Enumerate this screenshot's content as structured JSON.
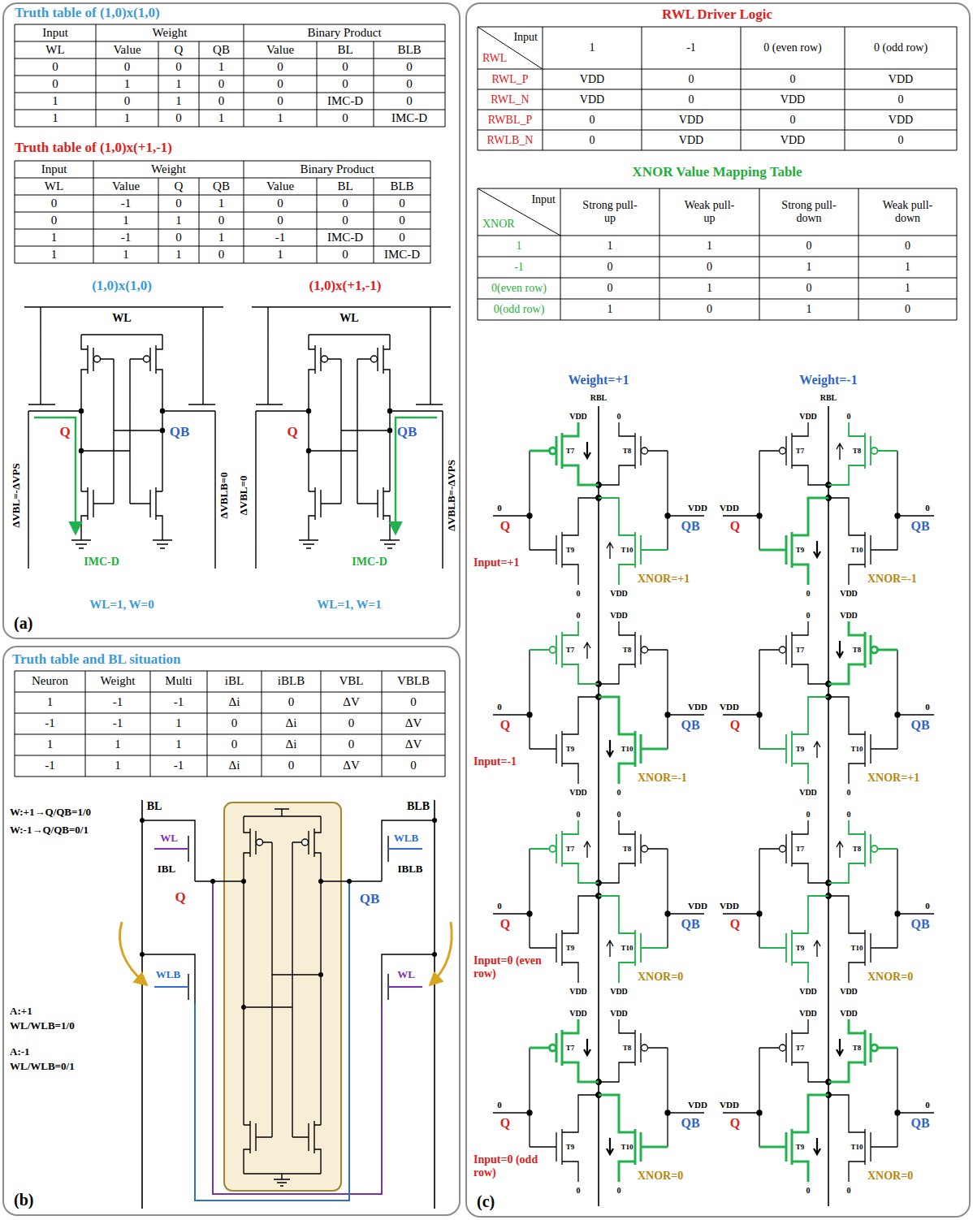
{
  "diagram": {
    "nodes": [
      {
        "text": [
          "(a)"
        ]
      },
      {
        "text": [
          "(b)"
        ]
      },
      {
        "text": [
          "(c)"
        ]
      }
    ],
    "labels": [
      "Truth table of (1,0)x(1,0)",
      "Input",
      "Weight",
      "Binary Product",
      "WL",
      "Value",
      "Q",
      "QB",
      "Value",
      "BL",
      "BLB",
      "0",
      "0",
      "0",
      "1",
      "0",
      "0",
      "0",
      "0",
      "1",
      "1",
      "0",
      "0",
      "0",
      "0",
      "1",
      "0",
      "1",
      "0",
      "0",
      "IMC-D",
      "0",
      "1",
      "1",
      "0",
      "1",
      "1",
      "0",
      "IMC-D",
      "Truth table of (1,0)x(+1,-1)",
      "Input",
      "Weight",
      "Binary Product",
      "WL",
      "Value",
      "Q",
      "QB",
      "Value",
      "BL",
      "BLB",
      "0",
      "-1",
      "0",
      "1",
      "0",
      "0",
      "0",
      "0",
      "1",
      "1",
      "0",
      "0",
      "0",
      "0",
      "1",
      "-1",
      "0",
      "1",
      "-1",
      "IMC-D",
      "0",
      "1",
      "1",
      "1",
      "0",
      "1",
      "0",
      "IMC-D",
      "(1,0)x(1,0)",
      "(1,0)x(+1,-1)",
      "WL",
      "Q",
      "QB",
      "ΔVBL=-ΔVPS",
      "ΔVBLB=0",
      "IMC-D",
      "WL=1, W=0",
      "WL",
      "Q",
      "QB",
      "ΔVBL=0",
      "ΔVBLB=-ΔVPS",
      "IMC-D",
      "WL=1, W=1",
      "Truth table and BL situation",
      "Neuron",
      "Weight",
      "Multi",
      "iBL",
      "iBLB",
      "VBL",
      "VBLB",
      "1",
      "-1",
      "-1",
      "Δi",
      "0",
      "ΔV",
      "0",
      "-1",
      "-1",
      "1",
      "0",
      "Δi",
      "0",
      "ΔV",
      "1",
      "1",
      "1",
      "0",
      "Δi",
      "0",
      "ΔV",
      "-1",
      "1",
      "-1",
      "Δi",
      "0",
      "ΔV",
      "0",
      "BL",
      "BLB",
      "W:+1→Q/QB=1/0",
      "W:-1→Q/QB=0/1",
      "WL",
      "IBL",
      "Q",
      "WLB",
      "A:+1",
      "WL/WLB=1/0",
      "A:-1",
      "WL/WLB=0/1",
      "WLB",
      "IBLB",
      "QB",
      "WL",
      "RWL Driver Logic",
      "Input",
      "RWL",
      "1",
      "-1",
      "0 (even row)",
      "0 (odd row)",
      "RWL_P",
      "VDD",
      "0",
      "0",
      "VDD",
      "RWL_N",
      "VDD",
      "0",
      "VDD",
      "0",
      "RWBL_P",
      "0",
      "VDD",
      "0",
      "VDD",
      "RWLB_N",
      "0",
      "VDD",
      "VDD",
      "0",
      "XNOR Value Mapping Table",
      "Input",
      "XNOR",
      "Strong pull-up",
      "Weak pull-up",
      "Strong pull-down",
      "Weak pull-down",
      "1",
      "1",
      "1",
      "0",
      "0",
      "-1",
      "0",
      "0",
      "1",
      "1",
      "0(even row)",
      "0",
      "1",
      "0",
      "1",
      "0(odd row)",
      "1",
      "0",
      "1",
      "0",
      "Weight=+1",
      "RBL",
      "Weight=-1",
      "RBL",
      "Input=+1",
      "VDD",
      "0",
      "T7",
      "T8",
      "0",
      "Q",
      "VDD",
      "QB",
      "T9",
      "T10",
      "0",
      "VDD",
      "XNOR=+1",
      "VDD",
      "0",
      "T7",
      "T8",
      "VDD",
      "Q",
      "0",
      "QB",
      "T9",
      "T10",
      "0",
      "VDD",
      "XNOR=-1",
      "Input=-1",
      "0",
      "VDD",
      "T7",
      "T8",
      "0",
      "Q",
      "VDD",
      "QB",
      "T9",
      "T10",
      "VDD",
      "0",
      "XNOR=-1",
      "0",
      "VDD",
      "T7",
      "T8",
      "VDD",
      "Q",
      "0",
      "QB",
      "T9",
      "T10",
      "VDD",
      "0",
      "XNOR=+1",
      "Input=0 (even row)",
      "0",
      "0",
      "T7",
      "T8",
      "0",
      "Q",
      "VDD",
      "QB",
      "T9",
      "T10",
      "VDD",
      "VDD",
      "XNOR=0",
      "0",
      "0",
      "T7",
      "T8",
      "VDD",
      "Q",
      "0",
      "QB",
      "T9",
      "T10",
      "VDD",
      "VDD",
      "XNOR=0",
      "Input=0 (odd row)",
      "VDD",
      "VDD",
      "T7",
      "T8",
      "0",
      "Q",
      "VDD",
      "QB",
      "T9",
      "T10",
      "0",
      "0",
      "XNOR=0",
      "VDD",
      "VDD",
      "T7",
      "T8",
      "VDD",
      "Q",
      "0",
      "QB",
      "T9",
      "T10",
      "0",
      "0",
      "XNOR=0"
    ]
  }
}
